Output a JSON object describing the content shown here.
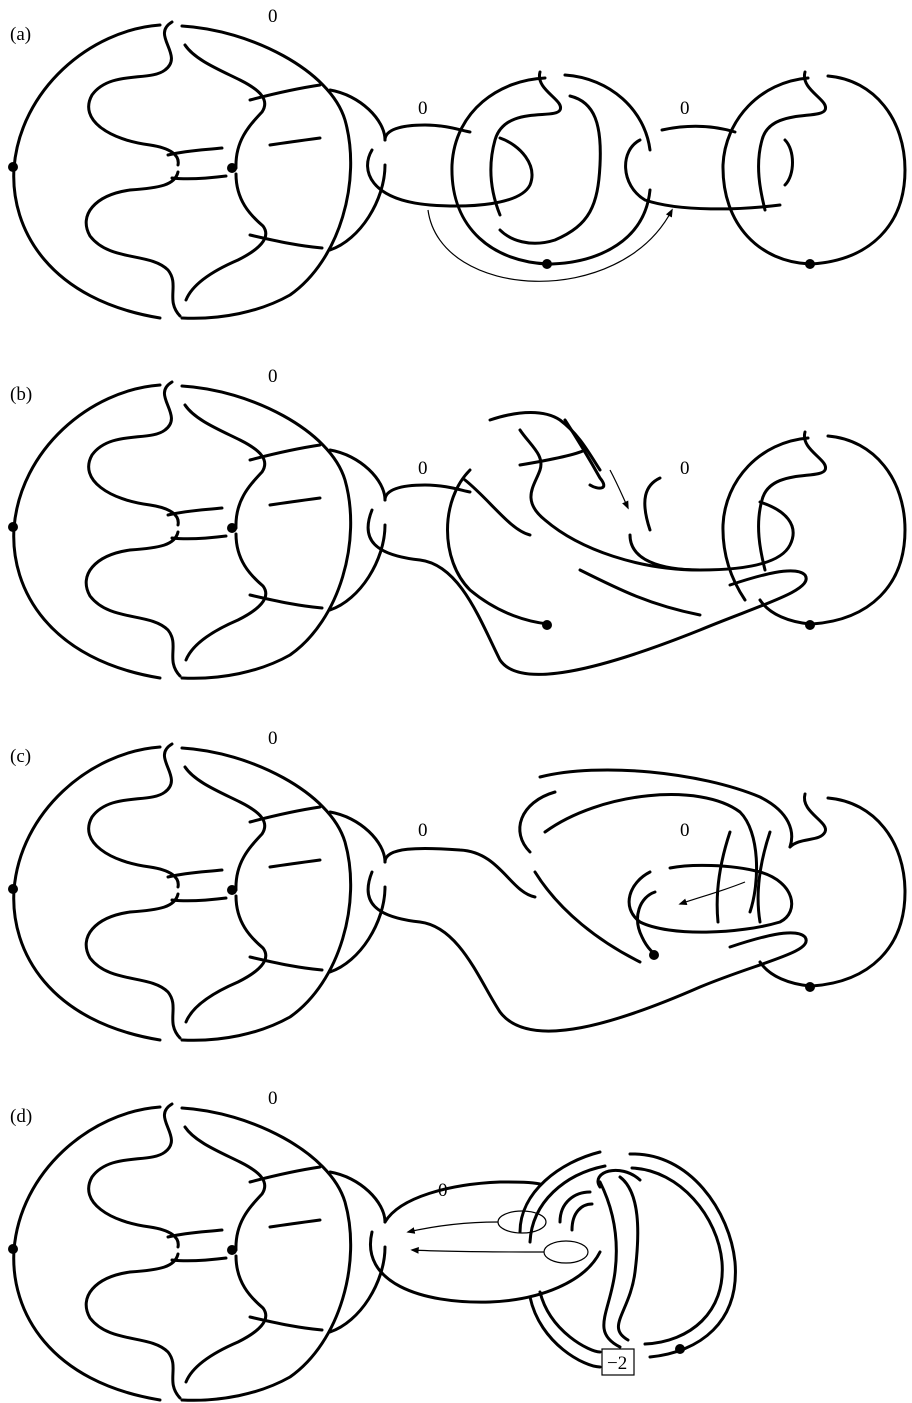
{
  "figure": {
    "panels": [
      {
        "id": "a",
        "label": "(a)",
        "framings": [
          "0",
          "0",
          "0"
        ],
        "has_slide_arrow": true
      },
      {
        "id": "b",
        "label": "(b)",
        "framings": [
          "0",
          "0",
          "0"
        ],
        "has_slide_arrow": true
      },
      {
        "id": "c",
        "label": "(c)",
        "framings": [
          "0",
          "0",
          "0"
        ],
        "has_slide_arrow": true
      },
      {
        "id": "d",
        "label": "(d)",
        "framings": [
          "0",
          "0"
        ],
        "box_label": "−2",
        "has_slide_arrow": true
      }
    ],
    "colors": {
      "stroke": "#000000",
      "background": "#ffffff"
    }
  }
}
